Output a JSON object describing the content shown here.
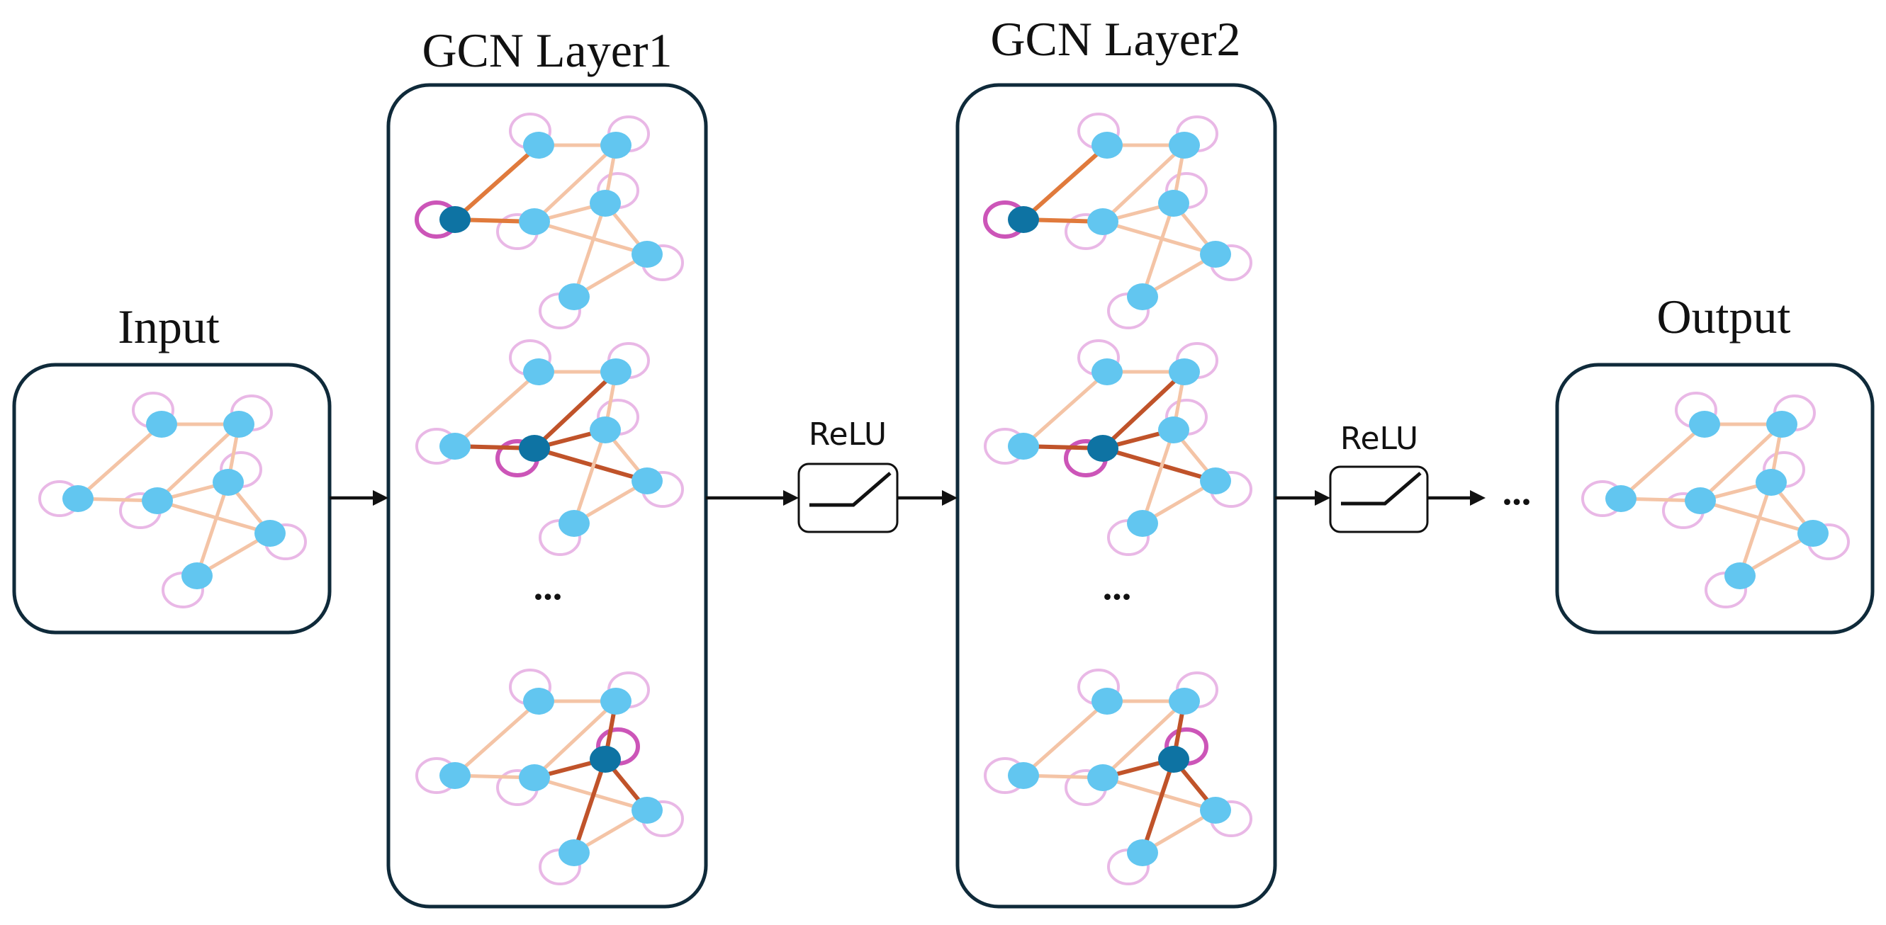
{
  "labels": {
    "input": "Input",
    "layer1": "GCN Layer1",
    "layer2": "GCN Layer2",
    "output": "Output",
    "relu": "ReLU",
    "ellipsis": "..."
  },
  "colors": {
    "node": "#62c6f0",
    "highlight_node": "#0e73a3",
    "edge": "#f4c4a6",
    "active_edge": "#e07a3c",
    "active_edge_dark": "#c0532a",
    "self_loop": "#e9b8e6",
    "active_self_loop": "#cc55b8",
    "panel_border": "#0f2a3a"
  },
  "graph": {
    "nodes": [
      "n0",
      "n1",
      "n2",
      "n3",
      "n4",
      "n5",
      "n6"
    ],
    "edges": [
      [
        "n0",
        "n1"
      ],
      [
        "n0",
        "n3"
      ],
      [
        "n1",
        "n2"
      ],
      [
        "n3",
        "n2"
      ],
      [
        "n3",
        "n4"
      ],
      [
        "n3",
        "n5"
      ],
      [
        "n4",
        "n6"
      ],
      [
        "n4",
        "n5"
      ],
      [
        "n5",
        "n6"
      ],
      [
        "n2",
        "n4"
      ]
    ],
    "highlight_sequence": [
      "n0",
      "n3",
      "n4"
    ]
  }
}
